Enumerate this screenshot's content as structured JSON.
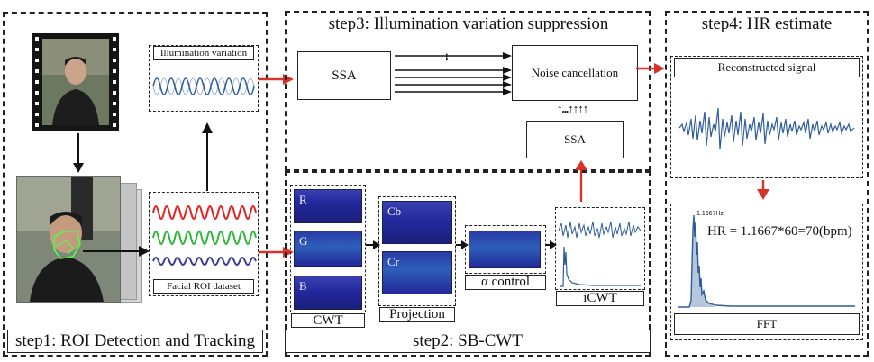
{
  "step1": {
    "title": "step1: ROI Detection and Tracking",
    "illum_label": "Illumination variation",
    "dataset_label": "Facial ROI dataset"
  },
  "step2": {
    "title": "step2: SB-CWT",
    "cwt_label": "CWT",
    "channels": [
      "R",
      "G",
      "B"
    ],
    "projection_label": "Projection",
    "projection_channels": [
      "Cb",
      "Cr"
    ],
    "alpha_label": "α control",
    "icwt_label": "iCWT"
  },
  "step3": {
    "title": "step3: Illumination variation suppression",
    "ssa_top": "SSA",
    "noise_label": "Noise cancellation",
    "ssa_bottom": "SSA",
    "dots": "⁞",
    "arrows_label": "↑...↑↑↑↑"
  },
  "step4": {
    "title": "step4: HR estimate",
    "reconstructed_label": "Reconstructed signal",
    "peak_label": "1.1667Hz",
    "hr_text": "HR = 1.1667*60=70(bpm)",
    "fft_label": "FFT"
  },
  "colors": {
    "red_arrow": "#d9322b",
    "signal_blue": "#2f5d9c",
    "signal_red": "#e02424",
    "signal_green": "#30b83a",
    "signal_purple": "#3c3c9c",
    "spectrogram": "#22289a"
  }
}
